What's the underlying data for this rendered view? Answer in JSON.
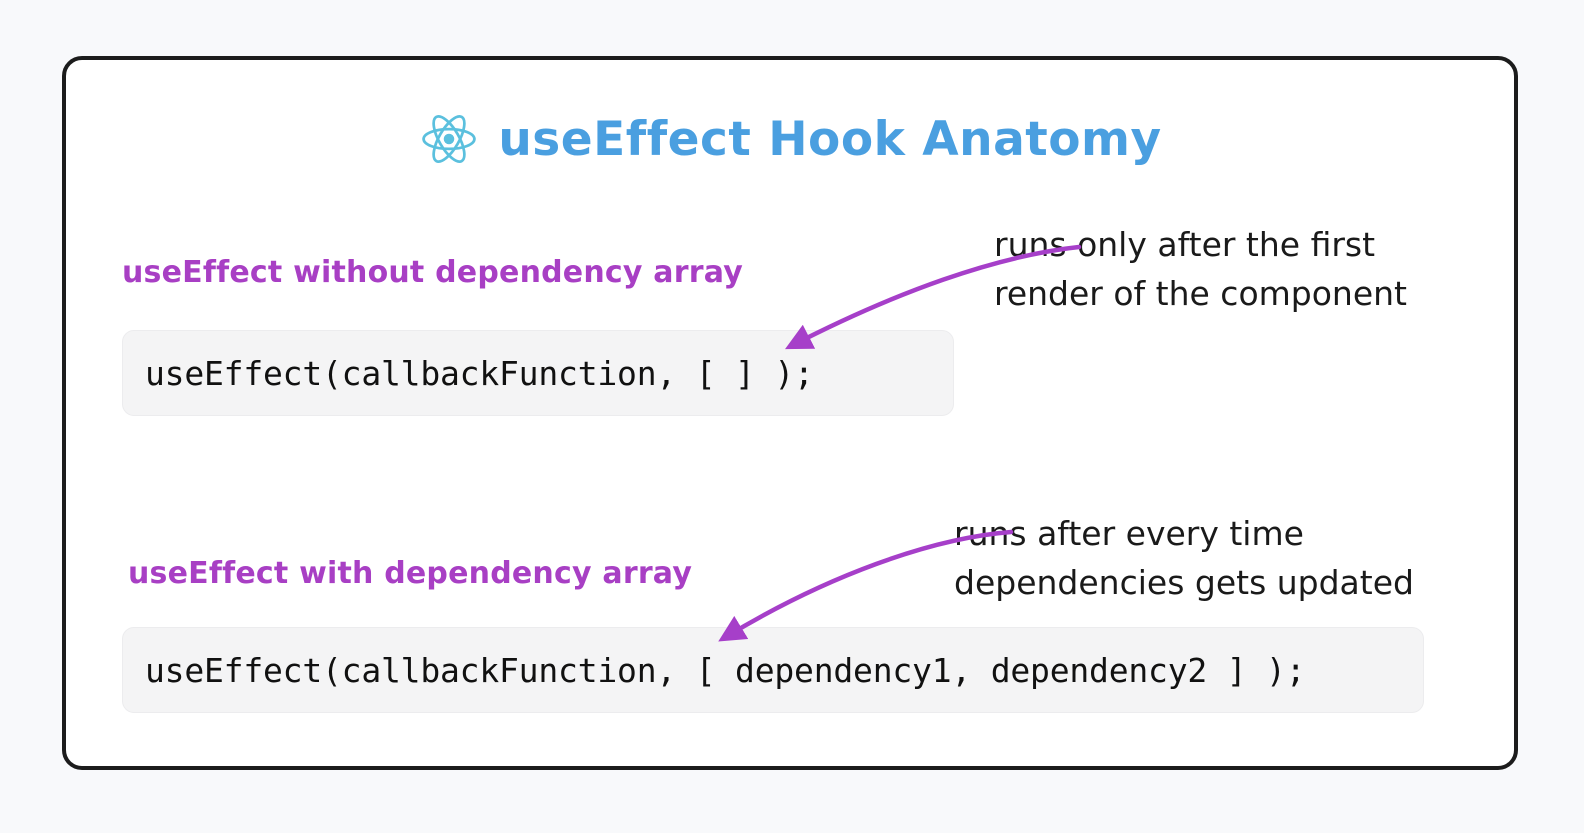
{
  "page": {
    "background_color": "#f8f9fb"
  },
  "card": {
    "border_color": "#1c1c1c",
    "background_color": "#ffffff"
  },
  "header": {
    "logo_icon": "react-atom-icon",
    "logo_color": "#5bc0de",
    "title": "useEffect Hook Anatomy",
    "title_color": "#4a9fe0"
  },
  "sections": [
    {
      "label": "useEffect without dependency array",
      "label_color": "#a83fc4",
      "code": "useEffect(callbackFunction, [ ] );",
      "code_background": "#f4f4f5",
      "annotation_lines": [
        "runs only after the first",
        "render of the component"
      ]
    },
    {
      "label": "useEffect with dependency array",
      "label_color": "#a83fc4",
      "code": "useEffect(callbackFunction, [ dependency1, dependency2 ] );",
      "code_background": "#f4f4f5",
      "annotation_lines": [
        "runs after every time",
        "dependencies gets updated"
      ]
    }
  ],
  "arrows": {
    "color": "#a63fc9",
    "stroke_width": 4,
    "count": 2
  }
}
